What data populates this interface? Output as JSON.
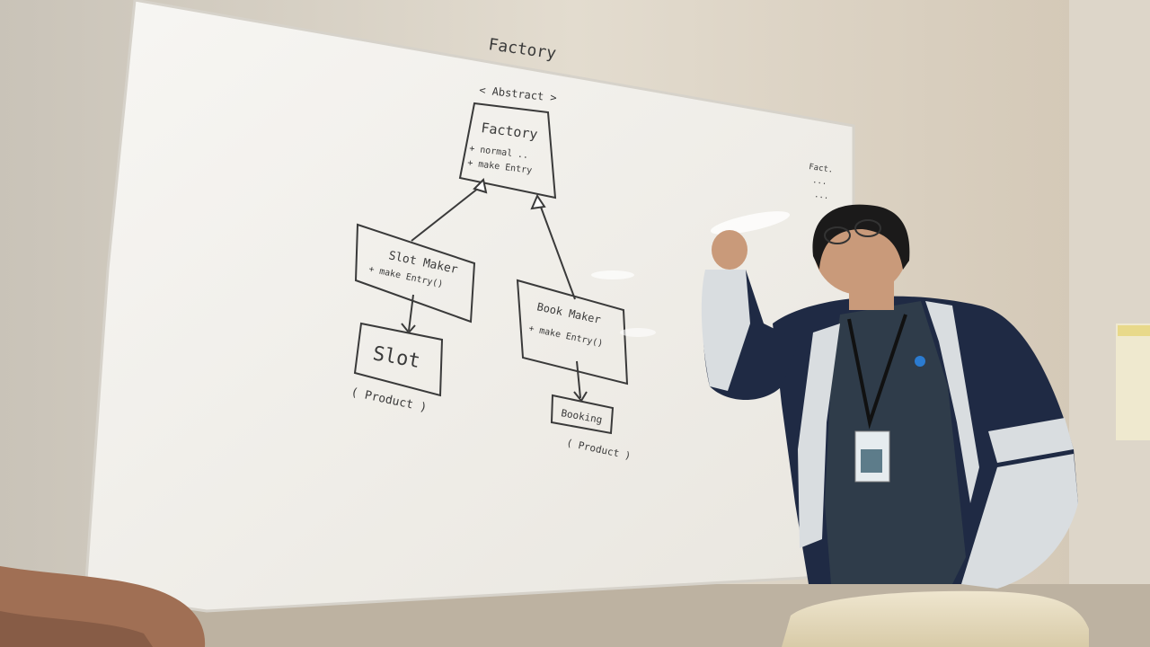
{
  "whiteboard": {
    "heading": "Factory",
    "factory_box": {
      "stereotype": "< Abstract >",
      "name": "Factory",
      "methods": [
        "+ normal ..",
        "+ make Entry"
      ]
    },
    "slot_maker_box": {
      "name": "Slot Maker",
      "method": "+ make Entry()"
    },
    "book_maker_box": {
      "name": "Book Maker",
      "method": "+ make Entry()"
    },
    "slot_box": {
      "name": "Slot",
      "role": "( Product )"
    },
    "booking_box": {
      "name": "Booking",
      "role": "( Product )"
    },
    "side_note": [
      "Fact.",
      "...",
      "..."
    ]
  },
  "colors": {
    "wall": "#d8cfc0",
    "whiteboard": "#f4f2ee",
    "marker": "#3a3a3a",
    "jacket_navy": "#1f2a44",
    "jacket_white": "#d9dde0",
    "shirt": "#2f3c4a"
  }
}
